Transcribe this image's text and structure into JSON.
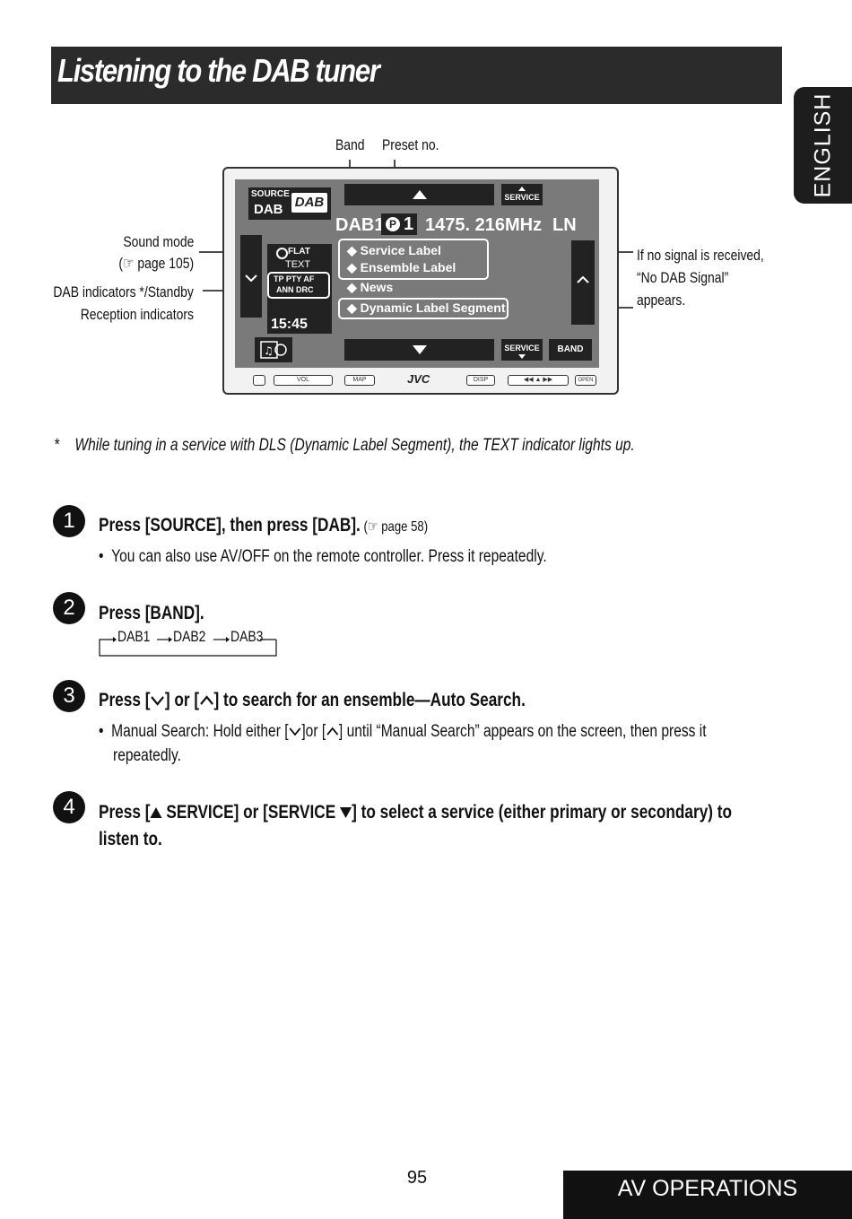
{
  "title": "Listening to the DAB tuner",
  "side_tab": "ENGLISH",
  "callouts": {
    "band": "Band",
    "preset": "Preset no.",
    "sound_mode_1": "Sound mode",
    "sound_mode_2": "(☞ page 105)",
    "dab_ind_1": "DAB indicators */Standby",
    "dab_ind_2": "Reception indicators",
    "no_signal_1": "If no signal is received,",
    "no_signal_2": "“No DAB Signal”",
    "no_signal_3": "appears."
  },
  "device": {
    "source": "SOURCE",
    "dab": "DAB",
    "service_top": "SERVICE",
    "band_id": "DAB1",
    "preset_p": "P",
    "preset_num": "1",
    "frequency": "1475. 216MHz",
    "ln": "LN",
    "flat": "FLAT",
    "text": "TEXT",
    "ind_row1": "TP  PTY  AF",
    "ind_row2": "ANN  DRC",
    "clock": "15:45",
    "service_label": "Service Label",
    "ensemble_label": "Ensemble Label",
    "news": "News",
    "dls": "Dynamic Label Segment",
    "service_bottom": "SERVICE",
    "band_btn": "BAND",
    "ctrl_vol": "VOL",
    "ctrl_map": "MAP",
    "ctrl_jvc": "JVC",
    "ctrl_disp": "DISP",
    "ctrl_open": "OPEN"
  },
  "note": {
    "asterisk": "*",
    "text": "While tuning in a service with DLS (Dynamic Label Segment), the TEXT indicator lights up."
  },
  "steps": [
    {
      "num": "1",
      "head": "Press [SOURCE], then press [DAB].",
      "ref": " (☞ page 58)",
      "bullet": "You can also use AV/OFF on the remote controller. Press it repeatedly."
    },
    {
      "num": "2",
      "head": "Press [BAND].",
      "seq": [
        "DAB1",
        "DAB2",
        "DAB3"
      ]
    },
    {
      "num": "3",
      "head_a": "Press [",
      "head_b": "] or [",
      "head_c": "] to search for an ensemble—Auto Search.",
      "bullet_a": "Manual Search: Hold either [",
      "bullet_b": "]or [",
      "bullet_c": "] until “Manual Search” appears on the screen, then press it",
      "bullet_cont": "repeatedly."
    },
    {
      "num": "4",
      "head_a": "Press [",
      "head_b": " SERVICE] or [SERVICE ",
      "head_c": "] to select a service (either primary or secondary) to",
      "head_cont": "listen to."
    }
  ],
  "footer": {
    "page_number": "95",
    "section": "AV OPERATIONS"
  }
}
